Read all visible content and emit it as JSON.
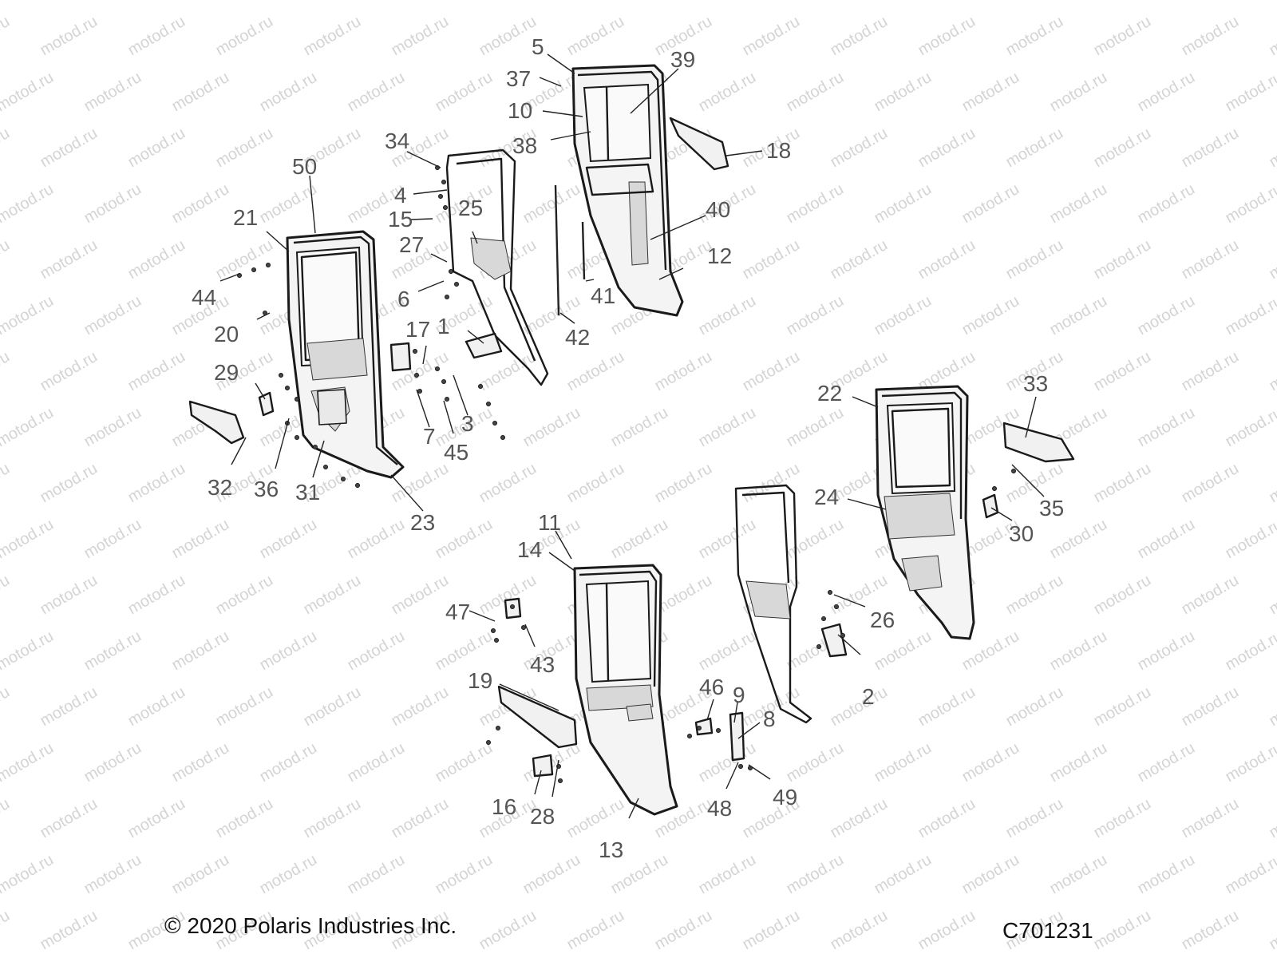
{
  "watermark": "motod.ru",
  "footer": {
    "copyright": "© 2020 Polaris Industries Inc.",
    "drawing_number": "C701231"
  },
  "callouts": [
    "1",
    "2",
    "3",
    "4",
    "5",
    "6",
    "7",
    "8",
    "9",
    "10",
    "11",
    "12",
    "13",
    "14",
    "15",
    "16",
    "17",
    "18",
    "19",
    "20",
    "21",
    "22",
    "23",
    "24",
    "25",
    "26",
    "27",
    "28",
    "29",
    "30",
    "31",
    "32",
    "33",
    "34",
    "35",
    "36",
    "37",
    "38",
    "39",
    "40",
    "41",
    "42",
    "43",
    "44",
    "45",
    "46",
    "47",
    "48",
    "49",
    "50"
  ],
  "colors": {
    "line": "#1a1a1a",
    "label": "#555555",
    "watermark": "#d4d4d4"
  }
}
